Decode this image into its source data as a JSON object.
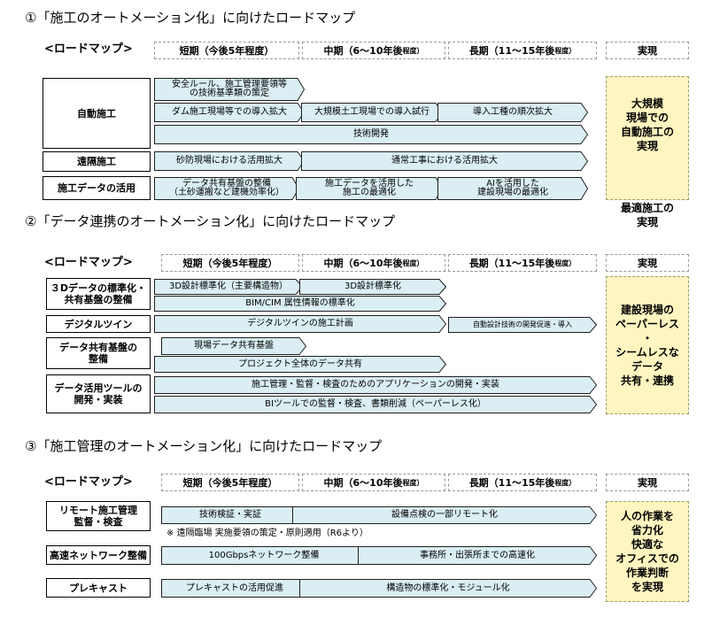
{
  "colors": {
    "bar_fill": "#daeef3",
    "bar_stroke": "#1f1f1f",
    "result_fill": "#fff5c0"
  },
  "sections": [
    {
      "title": "①「施工のオートメーション化」に向けたロードマップ",
      "header_label": "<ロードマップ>",
      "periods": [
        {
          "main": "短期（今後5年程度）",
          "small": ""
        },
        {
          "main": "中期（6～10年後",
          "small": "程度）"
        },
        {
          "main": "長期（11～15年後",
          "small": "程度）"
        },
        {
          "main": "実現",
          "small": ""
        }
      ],
      "categories": [
        "自動施工",
        "遠隔施工",
        "施工データの活用"
      ],
      "bars": [
        "安全ルール、施工管理要領等\nの技術基準類の策定",
        "ダム施工現場等での導入拡大",
        "大規模土工現場での導入試行",
        "導入工種の順次拡大",
        "技術開発",
        "砂防現場における活用拡大",
        "通常工事における活用拡大",
        "データ共有基盤の整備\n（土砂運搬など建機効率化）",
        "施工データを活用した\n施工の最適化",
        "AIを活用した\n建設現場の最適化"
      ],
      "results": [
        "大規模\n現場での\n自動施工の\n実現",
        "最適施工の\n実現"
      ]
    },
    {
      "title": "②「データ連携のオートメーション化」に向けたロードマップ",
      "header_label": "<ロードマップ>",
      "periods": [
        {
          "main": "短期（今後5年程度）",
          "small": ""
        },
        {
          "main": "中期（6～10年後",
          "small": "程度）"
        },
        {
          "main": "長期（11～15年後",
          "small": "程度）"
        },
        {
          "main": "実現",
          "small": ""
        }
      ],
      "categories": [
        "３Dデータの標準化・\n共有基盤の整備",
        "デジタルツイン",
        "データ共有基盤の\n整備",
        "データ活用ツールの\n開発・実装"
      ],
      "bars": [
        "3D設計標準化（主要構造物）",
        "3D設計標準化",
        "BIM/CIM 属性情報の標準化",
        "デジタルツインの施工計画",
        "自動設計技術の開発促進・導入",
        "現場データ共有基盤",
        "プロジェクト全体のデータ共有",
        "施工管理・監督・検査のためのアプリケーションの開発・実装",
        "BIツールでの監督・検査、書類削減（ペーパーレス化）"
      ],
      "results": [
        "建設現場の\nペーパーレス\n・\nシームレスな\nデータ\n共有・連携"
      ]
    },
    {
      "title": "③「施工管理のオートメーション化」に向けたロードマップ",
      "header_label": "<ロードマップ>",
      "periods": [
        {
          "main": "短期（今後5年程度）",
          "small": ""
        },
        {
          "main": "中期（6～10年後",
          "small": "程度）"
        },
        {
          "main": "長期（11～15年後",
          "small": "程度）"
        },
        {
          "main": "実現",
          "small": ""
        }
      ],
      "categories": [
        "リモート施工管理\n監督・検査",
        "高速ネットワーク整備",
        "プレキャスト"
      ],
      "bars": [
        "技術検証・実証",
        "設備点検の一部リモート化",
        "100Gbpsネットワーク整備",
        "事務所・出張所までの高速化",
        "プレキャストの活用促進",
        "構造物の標準化・モジュール化"
      ],
      "note": "※ 遠隔臨場  実施要領の策定・原則適用（R6より）",
      "results": [
        "人の作業を\n省力化\n快適な\nオフィスでの\n作業判断\nを実現"
      ]
    }
  ]
}
